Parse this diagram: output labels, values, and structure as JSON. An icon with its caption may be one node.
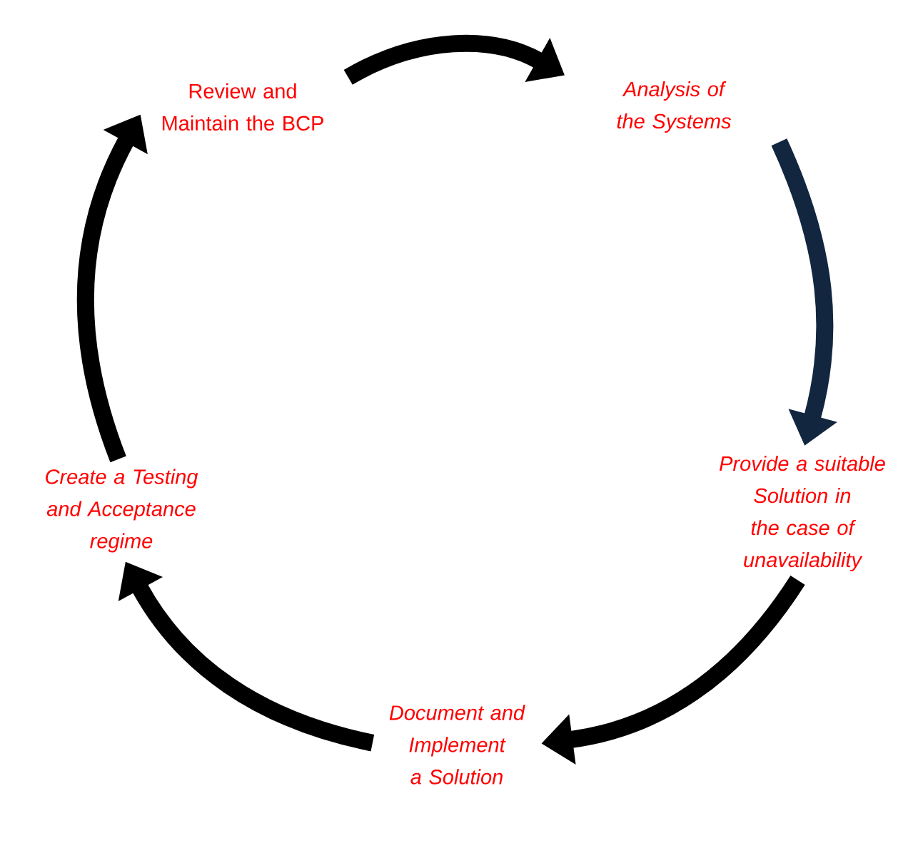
{
  "diagram": {
    "nodes": [
      {
        "text": [
          "Review and Maintain the BCP"
        ]
      },
      {
        "text": [
          "Analysis of the Systems"
        ]
      },
      {
        "text": [
          "Provide a suitable Solution in the case of unavailability"
        ]
      },
      {
        "text": [
          "Document and Implement a Solution"
        ]
      },
      {
        "text": [
          "Create a Testing and Acceptance regime"
        ]
      }
    ],
    "edges": [
      {
        "from": 0,
        "to": 1,
        "arrow": "to"
      },
      {
        "from": 1,
        "to": 2,
        "arrow": "to",
        "color": "#12263f"
      },
      {
        "from": 2,
        "to": 3,
        "arrow": "to"
      },
      {
        "from": 3,
        "to": 4,
        "arrow": "to"
      },
      {
        "from": 4,
        "to": 0,
        "arrow": "to"
      }
    ]
  }
}
